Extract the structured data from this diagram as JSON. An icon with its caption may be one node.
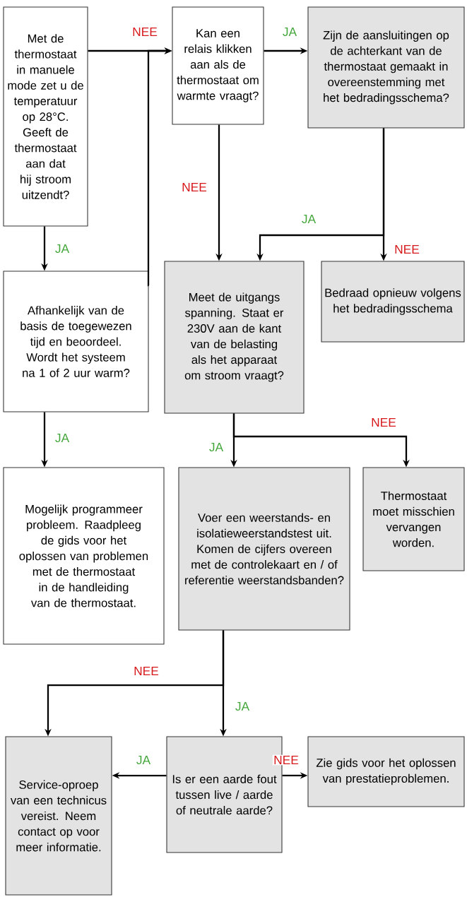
{
  "diagram": {
    "nodes": [
      {
        "text": [
          "Met de thermostaat in manuele mode zet u de temperatuur op 28°C. Geeft de thermostaat aan dat hij stroom uitzendt?"
        ]
      },
      {
        "text": [
          "Kan een relais klikken aan als de thermostaat om warmte vraagt?"
        ]
      },
      {
        "text": [
          "Zijn de aansluitingen op de achterkant van de thermostaat gemaakt in overeenstemming met het bedradingsschema?"
        ]
      },
      {
        "text": [
          "Afhankelijk van de basis de toegewezen tijd en beoordeel. Wordt het systeem na 1 of 2 uur warm?"
        ]
      },
      {
        "text": [
          "Meet de uitgangs spanning. Staat er 230V aan de kant van de belasting als het apparaat om stroom vraagt?"
        ]
      },
      {
        "text": [
          "Bedraad opnieuw volgens het bedradingsschema"
        ]
      },
      {
        "text": [
          "Mogelijk programmeer probleem. Raadpleeg de gids voor het oplossen van problemen met de thermostaat in de handleiding van de thermostaat."
        ]
      },
      {
        "text": [
          "Voer een weerstands- en isolatieweerstandstest uit. Komen de cijfers overeen met de controlekaart en / of referentie weerstandsbanden?"
        ]
      },
      {
        "text": [
          "Thermostaat moet misschien vervangen worden."
        ]
      },
      {
        "text": [
          "Service-oproep van een technicus vereist. Neem contact op voor meer informatie."
        ]
      },
      {
        "text": [
          "Is er een aarde fout tussen live / aarde of neutrale aarde?"
        ]
      },
      {
        "text": [
          "Zie gids voor het oplossen van prestatieproblemen."
        ]
      }
    ],
    "edges": [
      {
        "from": 0,
        "to": 3,
        "arrow": "to",
        "label": "JA"
      },
      {
        "from": 0,
        "to": 1,
        "arrow": "to",
        "label": "NEE"
      },
      {
        "from": 3,
        "to": 1,
        "arrow": "to"
      },
      {
        "from": 1,
        "to": 2,
        "arrow": "to",
        "label": "JA"
      },
      {
        "from": 1,
        "to": 4,
        "arrow": "to",
        "label": "NEE"
      },
      {
        "from": 2,
        "to": 4,
        "arrow": "to",
        "label": "JA"
      },
      {
        "from": 2,
        "to": 5,
        "arrow": "to",
        "label": "NEE"
      },
      {
        "from": 3,
        "to": 6,
        "arrow": "to",
        "label": "JA"
      },
      {
        "from": 4,
        "to": 7,
        "arrow": "to",
        "label": "JA"
      },
      {
        "from": 4,
        "to": 8,
        "arrow": "to",
        "label": "NEE"
      },
      {
        "from": 7,
        "to": 9,
        "arrow": "to",
        "label": "NEE"
      },
      {
        "from": 7,
        "to": 10,
        "arrow": "to",
        "label": "JA"
      },
      {
        "from": 10,
        "to": 9,
        "arrow": "to",
        "label": "JA"
      },
      {
        "from": 10,
        "to": 11,
        "arrow": "to",
        "label": "NEE"
      }
    ]
  }
}
